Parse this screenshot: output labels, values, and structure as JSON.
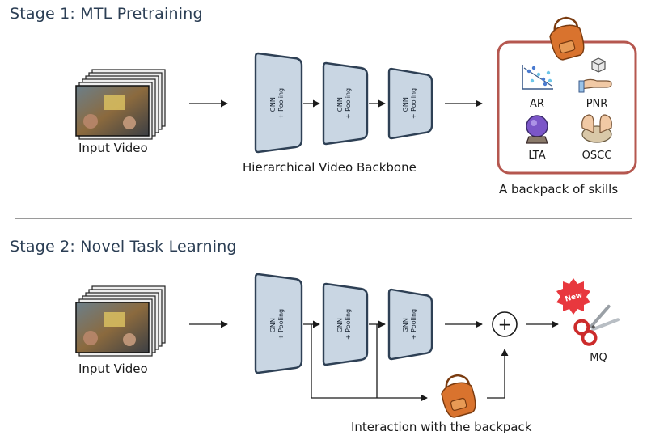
{
  "stage1": {
    "title": "Stage 1: MTL Pretraining",
    "input_label": "Input Video",
    "backbone_label": "Hierarchical Video Backbone",
    "block_line1": "GNN",
    "block_line2": "+ Pooling",
    "backpack_label": "A backpack of skills",
    "skills": [
      {
        "name": "AR",
        "icon": "scatter-plot-icon"
      },
      {
        "name": "PNR",
        "icon": "hand-cube-icon"
      },
      {
        "name": "LTA",
        "icon": "crystal-ball-icon"
      },
      {
        "name": "OSCC",
        "icon": "hands-clay-icon"
      }
    ]
  },
  "stage2": {
    "title": "Stage 2: Novel Task Learning",
    "input_label": "Input Video",
    "block_line1": "GNN",
    "block_line2": "+ Pooling",
    "new_badge": "New",
    "task_label": "MQ",
    "interaction_label": "Interaction with the backpack",
    "plus_symbol": "+"
  },
  "colors": {
    "block_fill": "#c9d6e3",
    "block_stroke": "#2e4055",
    "backpack_frame": "#b5574f",
    "title": "#2b3e54",
    "divider": "#9a9a9a",
    "backpack_orange": "#d9732e",
    "scissors_red": "#cc2b2b",
    "badge_red": "#e8383e"
  }
}
